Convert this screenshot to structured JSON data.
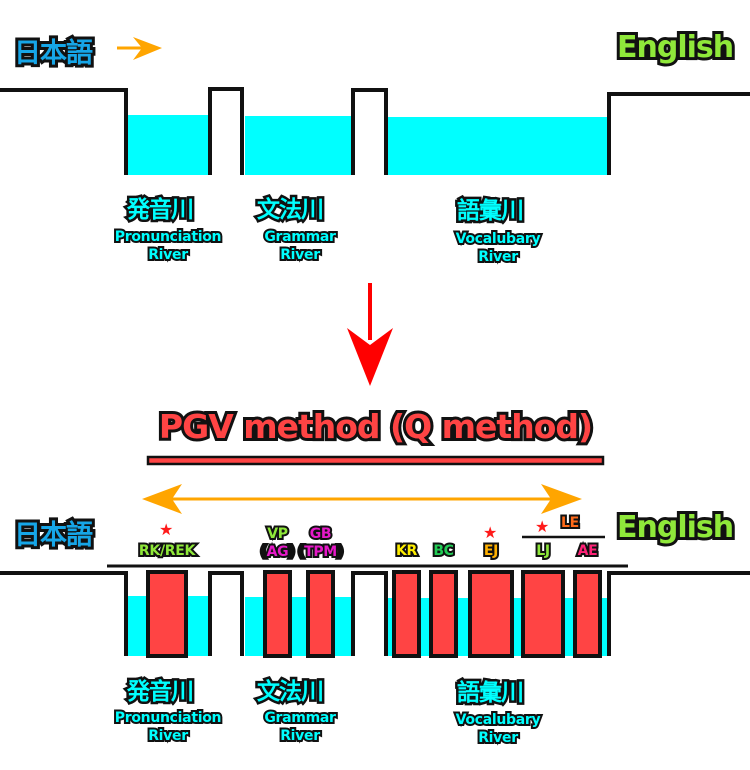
{
  "top_diagram": {
    "source_language": "日本語",
    "target_language": "English",
    "rivers": [
      {
        "jp": "発音川",
        "en_line1": "Pronunciation",
        "en_line2": "River"
      },
      {
        "jp": "文法川",
        "en_line1": "Grammar",
        "en_line2": "River"
      },
      {
        "jp": "語彙川",
        "en_line1": "Vocalubary",
        "en_line2": "River"
      }
    ]
  },
  "method_title": "PGV method (Q method)",
  "bottom_diagram": {
    "source_language": "日本語",
    "target_language": "English",
    "bridges": [
      {
        "id": "rk",
        "label": "RK/REK",
        "color": "#8fe83a",
        "starred": true,
        "river": 0
      },
      {
        "id": "vp",
        "label": "VP",
        "sub": "AG",
        "color": "#8fe83a",
        "sub_color": "#e619c8",
        "starred": false,
        "river": 1
      },
      {
        "id": "gb",
        "label": "GB",
        "sub": "TPM",
        "color": "#e619c8",
        "sub_color": "#e619c8",
        "starred": false,
        "river": 1
      },
      {
        "id": "kr",
        "label": "KR",
        "color": "#ffee00",
        "starred": false,
        "river": 2
      },
      {
        "id": "bc",
        "label": "BC",
        "color": "#22cc55",
        "starred": false,
        "river": 2
      },
      {
        "id": "ej",
        "label": "EJ",
        "color": "#ffb000",
        "starred": true,
        "river": 2
      },
      {
        "id": "lj",
        "label": "LJ",
        "color": "#8fe83a",
        "starred": true,
        "river": 2
      },
      {
        "id": "ae",
        "label": "AE",
        "color": "#ff2277",
        "starred": false,
        "river": 2
      }
    ],
    "group_label": {
      "label": "LE",
      "color": "#ff6a1a"
    },
    "rivers": [
      {
        "jp": "発音川",
        "en_line1": "Pronunciation",
        "en_line2": "River"
      },
      {
        "jp": "文法川",
        "en_line1": "Grammar",
        "en_line2": "River"
      },
      {
        "jp": "語彙川",
        "en_line1": "Vocalubary",
        "en_line2": "River"
      }
    ]
  },
  "colors": {
    "water": "#00ffff",
    "bridge": "#ff4444",
    "arrow_orange": "#ffa500",
    "arrow_red": "#ff0000",
    "outline": "#111111"
  }
}
